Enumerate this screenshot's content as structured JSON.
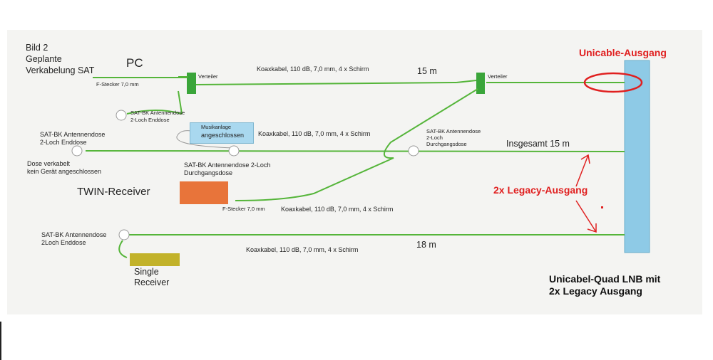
{
  "title": {
    "line1": "Bild 2",
    "line2": "Geplante",
    "line3": "Verkabelung SAT"
  },
  "pc_label": "PC",
  "f_stecker_top": "F-Stecker 7,0 mm",
  "f_stecker_bottom": "F-Stecker 7,0 mm",
  "verteiler_left": "Verteiler",
  "verteiler_right": "Verteiler",
  "sat_bk_pc": {
    "line1": "SAT-BK Antennendose",
    "line2": "2-Loch Enddose"
  },
  "sat_bk_left": {
    "line1": "SAT-BK Antennendose",
    "line2": "2-Loch Enddose"
  },
  "dose_note": {
    "line1": "Dose verkabelt",
    "line2": "kein Gerät angeschlossen"
  },
  "musik_box": {
    "line1": "Musikanlage",
    "line2": "angeschlossen"
  },
  "sat_bk_middle": {
    "line1": "SAT-BK Antennendose 2-Loch",
    "line2": "Durchgangsdose"
  },
  "sat_bk_right": {
    "line1": "SAT-BK Antennendose",
    "line2": "2-Loch",
    "line3": "Durchgangsdose"
  },
  "twin_receiver": "TWIN-Receiver",
  "sat_bk_bottom": {
    "line1": "SAT-BK Antennendose",
    "line2": "2Loch Enddose"
  },
  "single_receiver": {
    "line1": "Single",
    "line2": "Receiver"
  },
  "cable_labels": {
    "top": "Koaxkabel, 110 dB, 7,0 mm, 4 x Schirm",
    "middle": "Koaxkabel, 110 dB, 7,0 mm, 4 x Schirm",
    "twin": "Koaxkabel, 110 dB, 7,0 mm, 4 x Schirm",
    "bottom": "Koaxkabel, 110 dB, 7,0 mm, 4 x Schirm"
  },
  "lengths": {
    "top": "15 m",
    "middle": "Insgesamt 15 m",
    "bottom": "18 m"
  },
  "unicable_output": "Unicable-Ausgang",
  "legacy_output": "2x Legacy-Ausgang",
  "lnb_caption": {
    "line1": "Unicabel-Quad LNB mit",
    "line2": "2x Legacy Ausgang"
  },
  "colors": {
    "cable": "#55b53a",
    "lnb": "#8ecae6",
    "musik_box": "#a9d8ef",
    "twin_receiver": "#e8743a",
    "single_receiver": "#c2b22a",
    "annotation": "#e02020",
    "paper": "#f4f4f2"
  }
}
